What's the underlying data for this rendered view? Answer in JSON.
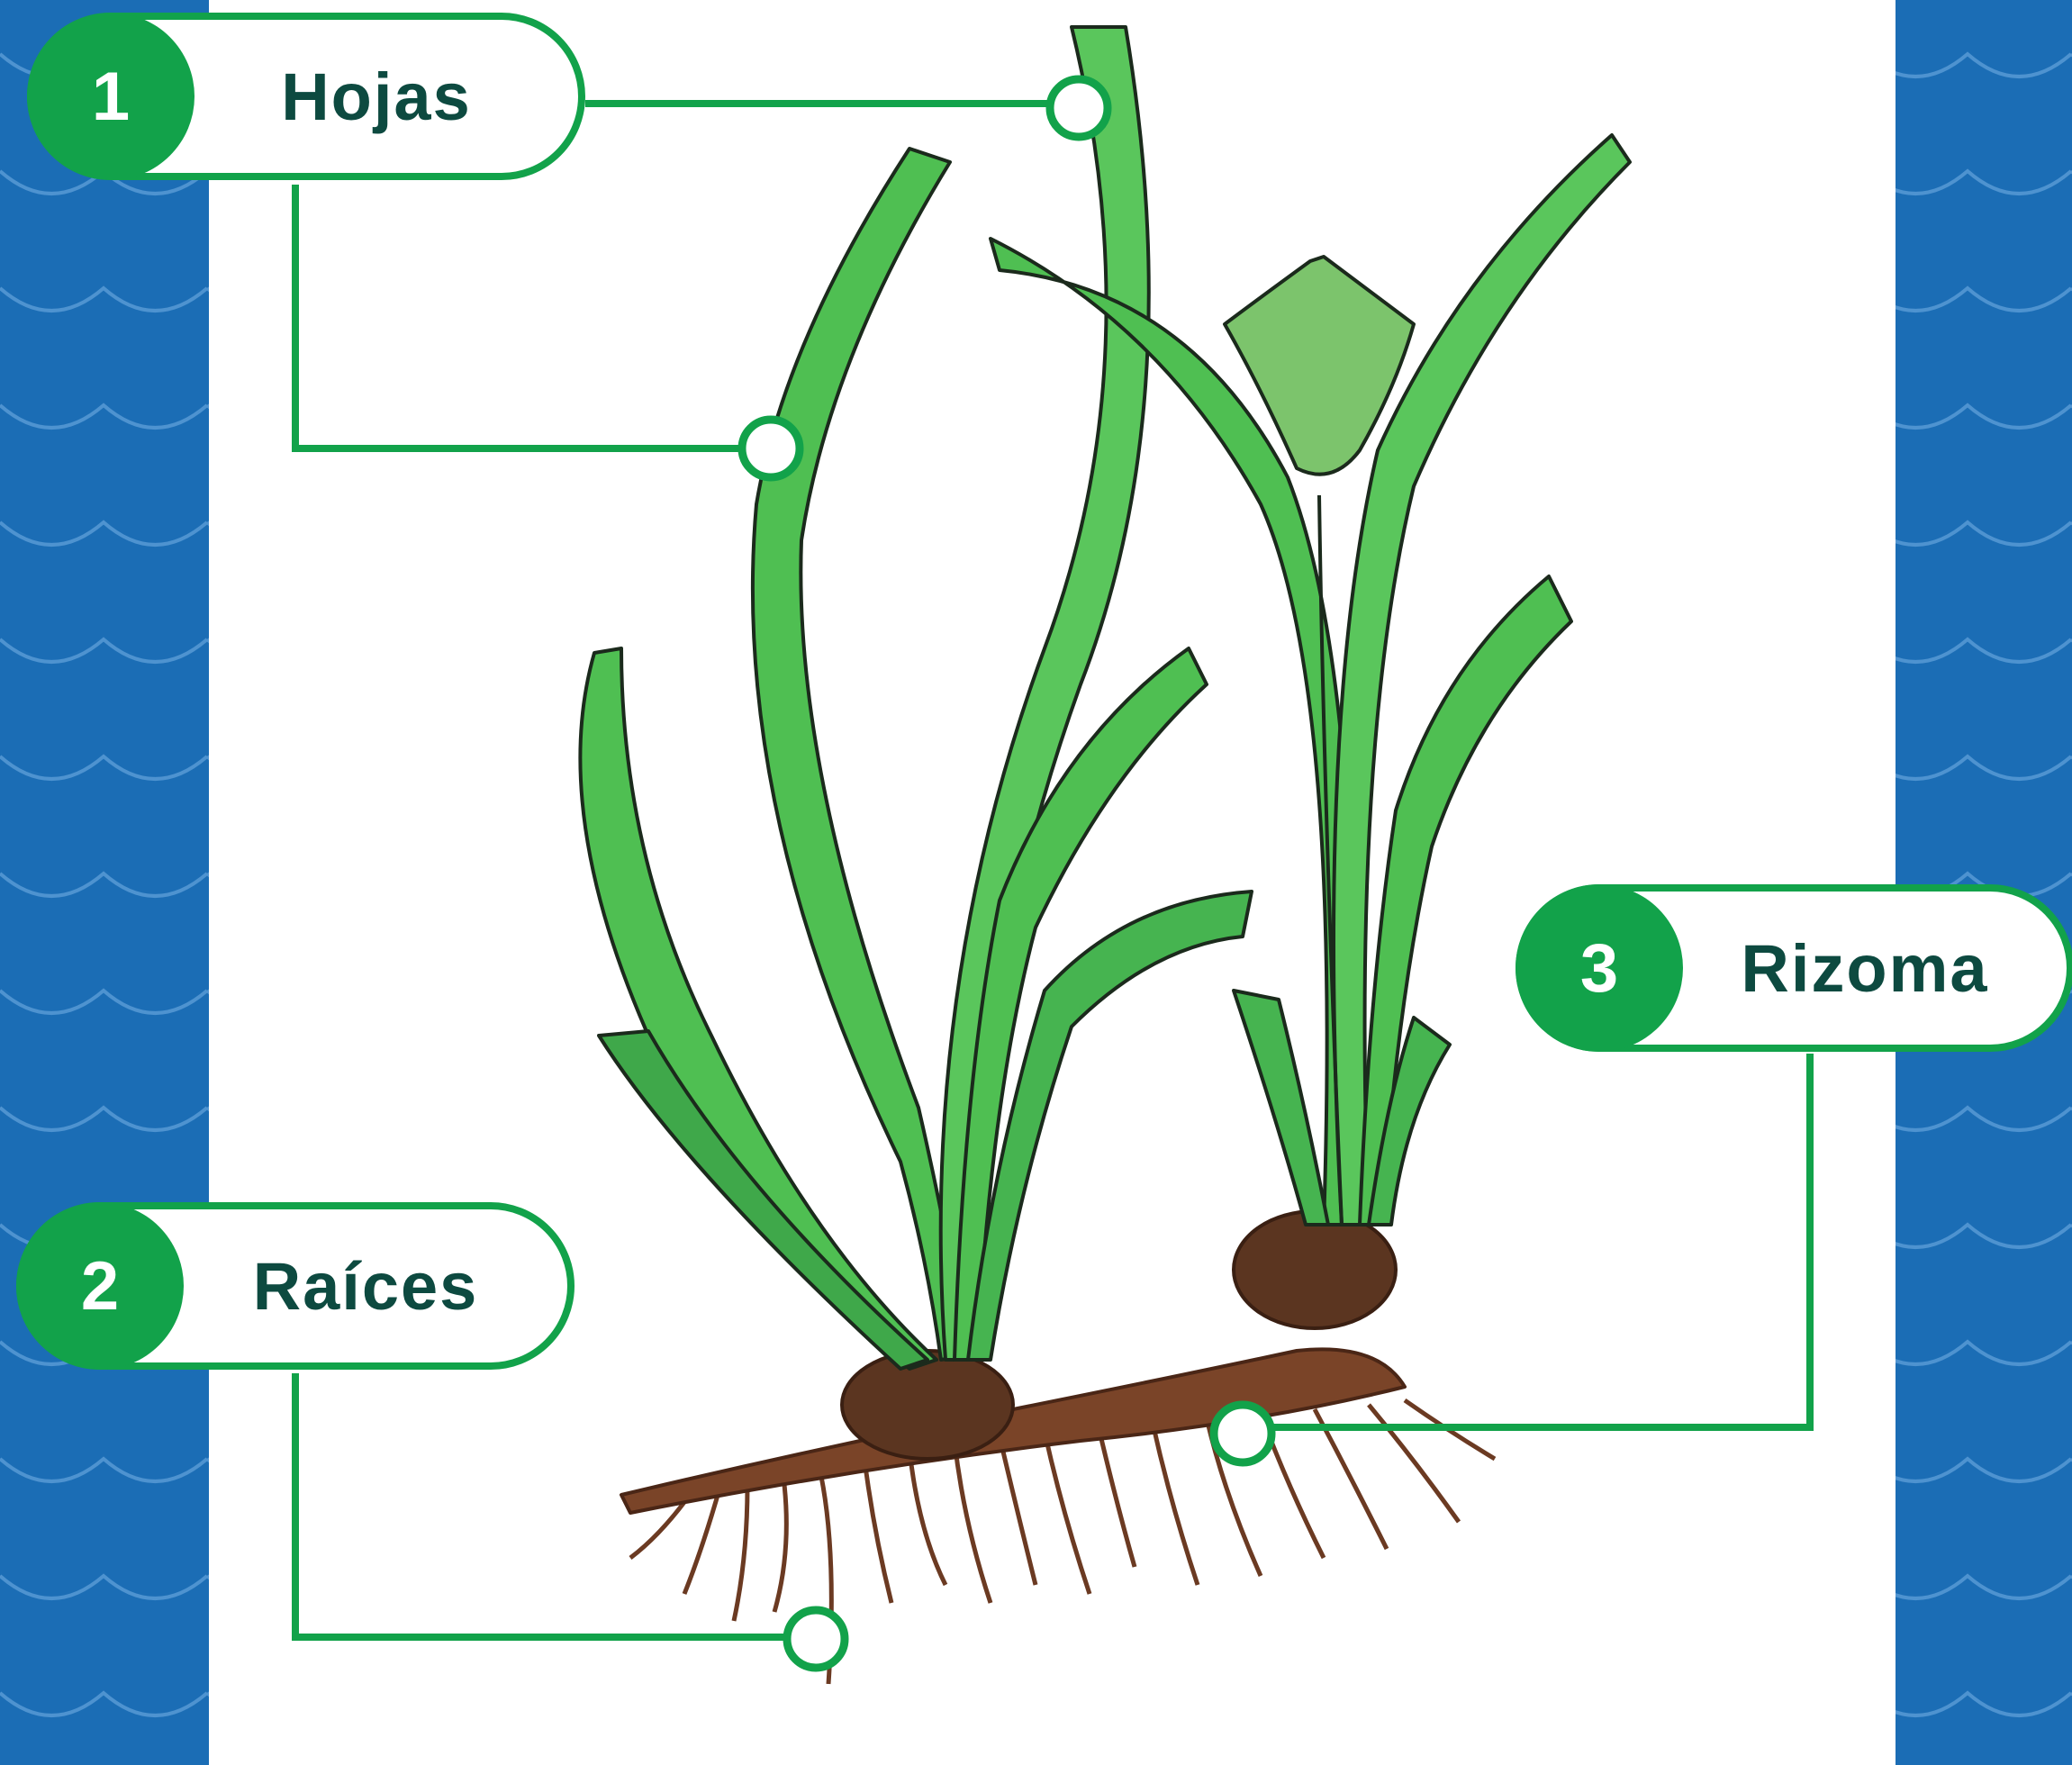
{
  "colors": {
    "background_blue": "#1b6db5",
    "wave_line": "#4e93d0",
    "panel": "#ffffff",
    "accent_green": "#12a24a",
    "label_text": "#0d4a40",
    "leaf_green": "#4fbf52",
    "leaf_dark": "#2e8c3a",
    "root_brown": "#6b3a22"
  },
  "labels": [
    {
      "number": "1",
      "text": "Hojas"
    },
    {
      "number": "2",
      "text": "Raíces"
    },
    {
      "number": "3",
      "text": "Rizoma"
    }
  ],
  "icons": {
    "connector_marker": "ring"
  }
}
